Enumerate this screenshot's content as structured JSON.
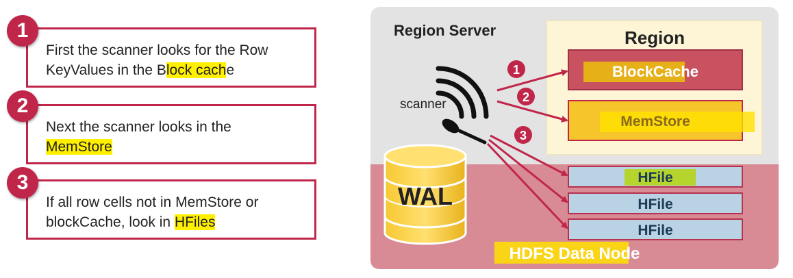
{
  "steps": [
    {
      "number": "1",
      "text_before": "First the scanner looks for the Row KeyValues in the B",
      "text_highlight": "lock cach",
      "text_after": "e"
    },
    {
      "number": "2",
      "text_before": "Next the scanner looks in the ",
      "text_highlight": "MemStore",
      "text_after": ""
    },
    {
      "number": "3",
      "text_before": "If all row cells not in MemStore or blockCache, look in ",
      "text_highlight": "HFiles",
      "text_after": ""
    }
  ],
  "diagram": {
    "region_server_label": "Region Server",
    "region_label": "Region",
    "blockcache_label": "BlockCache",
    "memstore_label": "MemStore",
    "scanner_label": "scanner",
    "wal_label": "WAL",
    "hfiles": [
      "HFile",
      "HFile",
      "HFile"
    ],
    "hdfs_label": "HDFS Data Node",
    "arrow_numbers": [
      "1",
      "2",
      "3"
    ]
  },
  "colors": {
    "accent": "#c0264a",
    "highlight": "#ffef00",
    "server_bg": "#e3e3e3",
    "hdfs_bg": "#d98b95",
    "region_bg": "#fdf5d6",
    "blockcache": "#c8525f",
    "memstore": "#f5c52b",
    "hfile": "#b9d3e4"
  }
}
